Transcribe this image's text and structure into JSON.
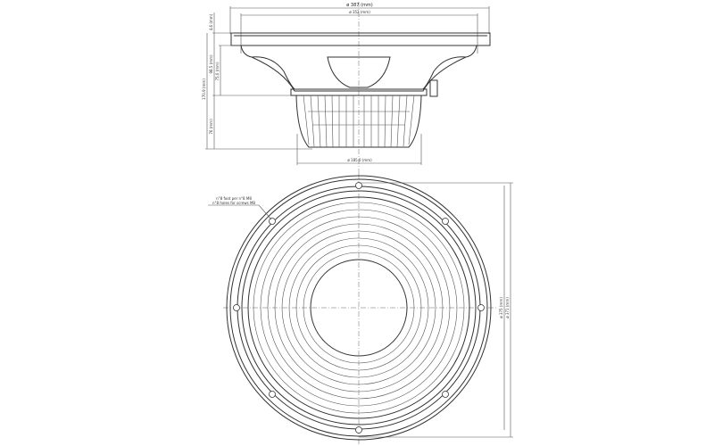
{
  "drawing": {
    "side_view": {
      "outer_diameter": "ø 387 (mm)",
      "inner_diameter": "ø 352 (mm)",
      "flange_thickness": "4.6 (mm)",
      "basket_depth": "98.5 (mm)",
      "mount_depth": "75.0 (mm)",
      "total_depth": "170.9 (mm)",
      "magnet_depth": "76 (mm)",
      "magnet_diameter": "ø 185.0 (mm)"
    },
    "front_view": {
      "note_line1": "n°8 foot per n°8 M8",
      "note_line2": "n°8 holes for screws M8",
      "bolt_circle_1": "ø 375 (mm)",
      "bolt_circle_2": "ø 371 (mm)"
    }
  }
}
